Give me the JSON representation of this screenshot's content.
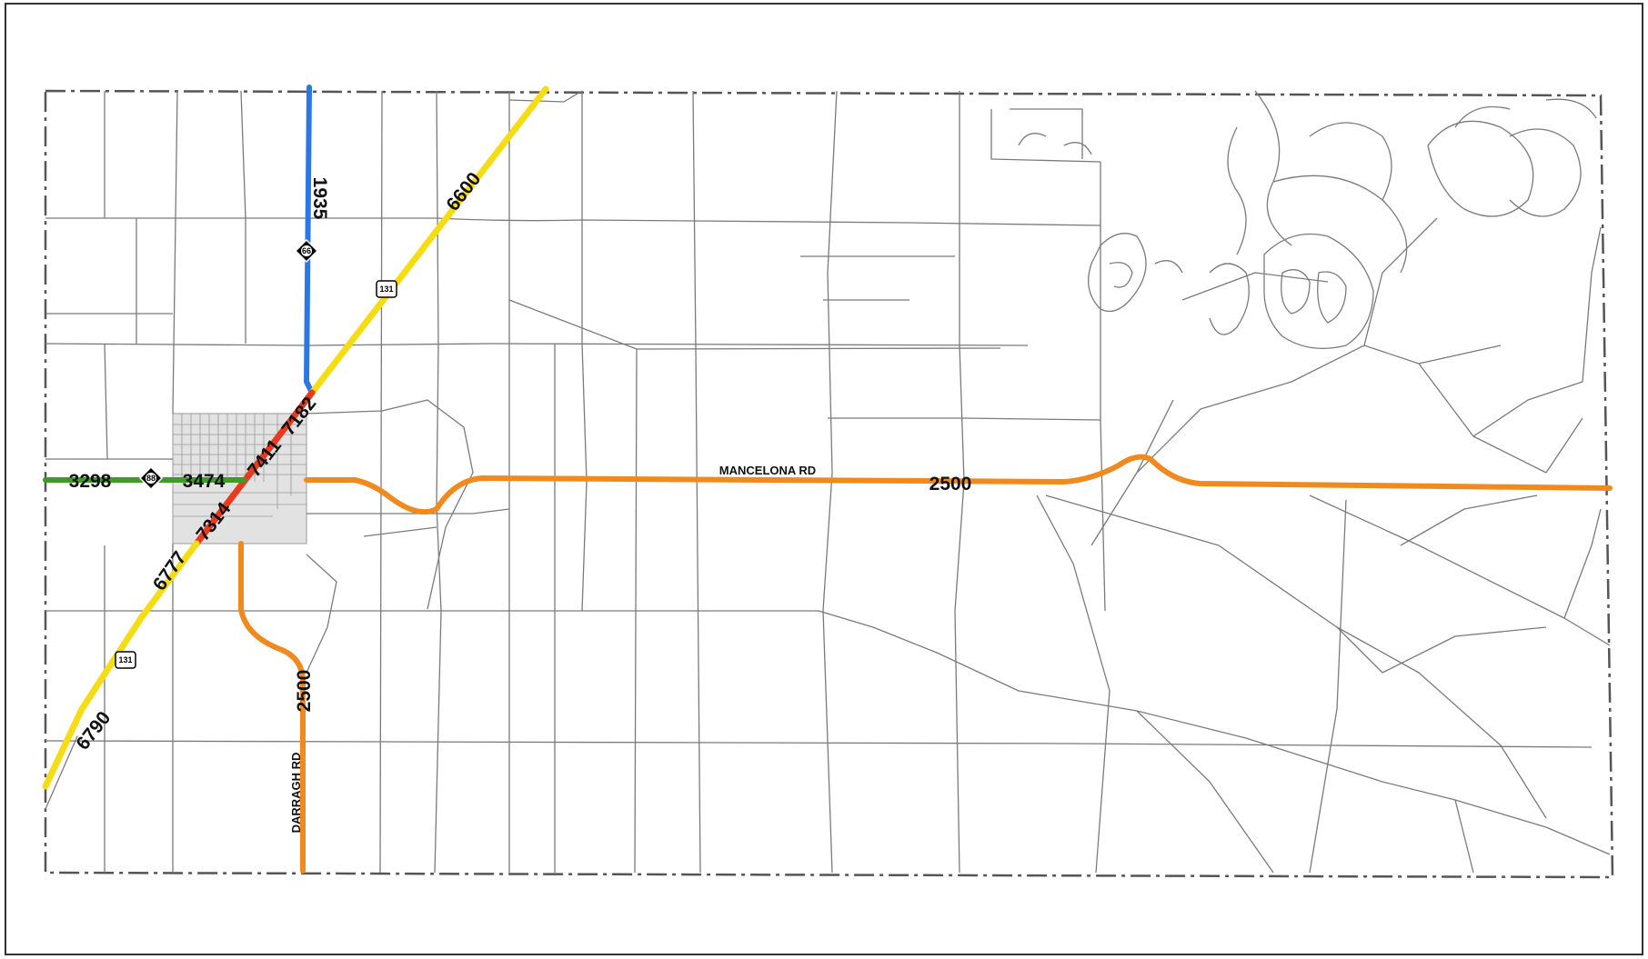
{
  "map": {
    "colors": {
      "background": "#ffffff",
      "outer_frame": "#333333",
      "boundary": "#555555",
      "local_road": "#7a7a7a",
      "village": "#e2e2e2",
      "blue_route": "#2a78e6",
      "yellow_route": "#f6dc13",
      "red_route": "#e93a1d",
      "green_route": "#3f9a26",
      "orange_route": "#f08a1e"
    },
    "road_names": {
      "mancelona_rd": "MANCELONA RD",
      "darragh_rd": "DARRAGH RD"
    },
    "volumes": {
      "m66_north": "1935",
      "us131_northeast": "6600",
      "us131_town_north": "7182",
      "us131_town_mid": "7411",
      "us131_town_south": "7314",
      "us131_southwest": "6777",
      "us131_far_southwest": "6790",
      "m88_west": "3298",
      "m88_town": "3474",
      "mancelona_rd": "2500",
      "darragh_rd": "2500"
    },
    "shields": {
      "m66": "66",
      "m88": "88",
      "us131_north": "131",
      "us131_south": "131"
    },
    "shield_icons": {
      "state_route": "michigan-state-route-shield-icon",
      "us_route": "us-highway-shield-icon"
    }
  }
}
